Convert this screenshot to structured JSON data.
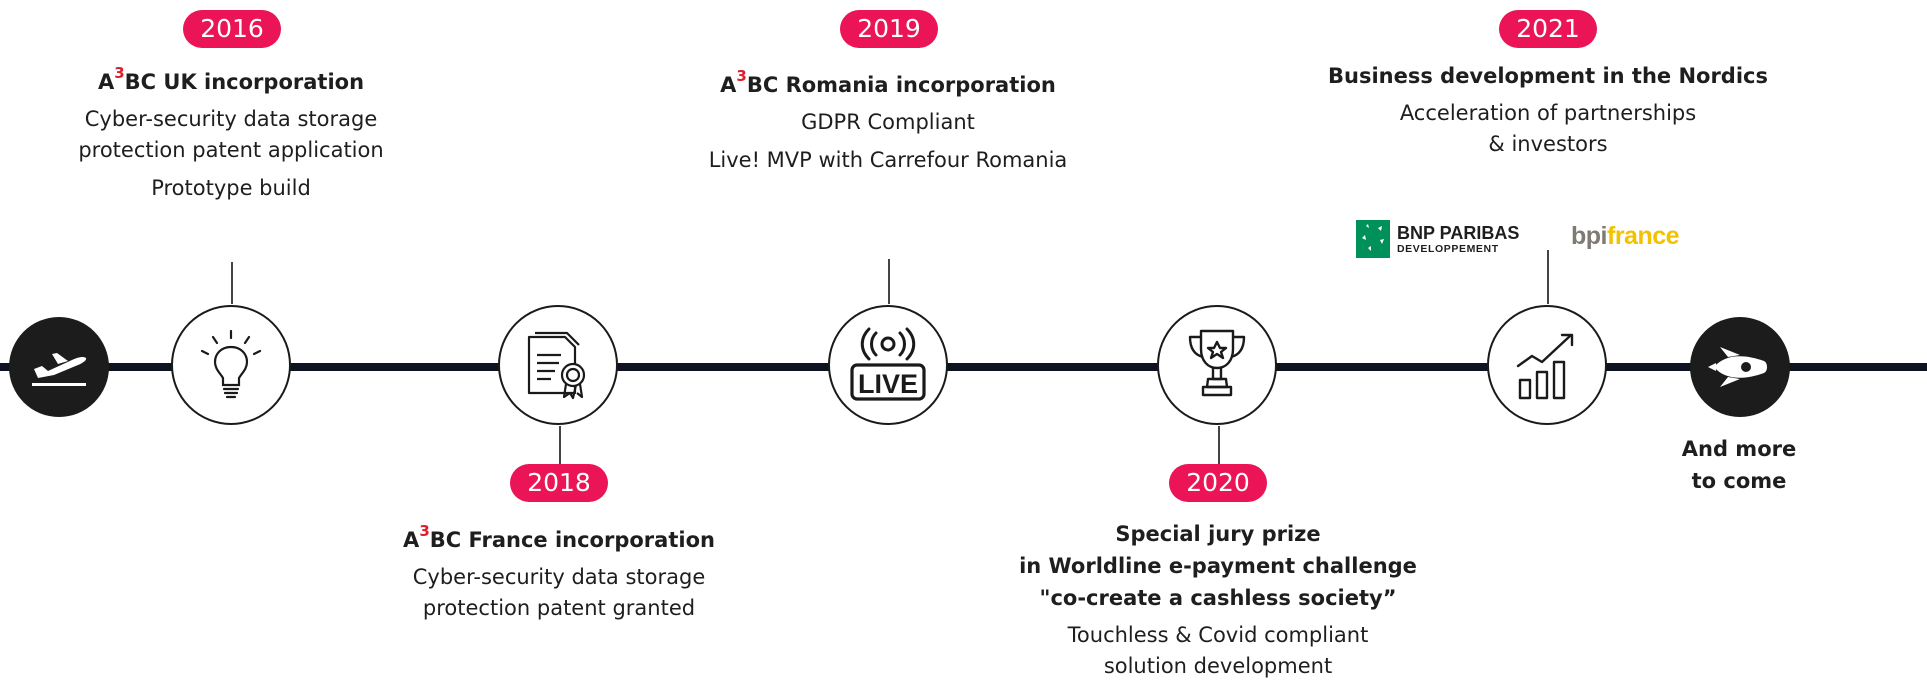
{
  "milestones": [
    {
      "year": "2016",
      "title_prefix": "A",
      "title_sup": "3",
      "title_rest": "BC UK incorporation",
      "lines": [
        "Cyber-security data storage",
        "protection patent application"
      ],
      "extra": "Prototype build",
      "icon": "lightbulb-icon"
    },
    {
      "year": "2018",
      "title_prefix": "A",
      "title_sup": "3",
      "title_rest": "BC France incorporation",
      "lines": [
        "Cyber-security data storage",
        "protection patent granted"
      ],
      "icon": "certificate-icon"
    },
    {
      "year": "2019",
      "title_prefix": "A",
      "title_sup": "3",
      "title_rest": "BC Romania incorporation",
      "line_a": "GDPR Compliant",
      "line_b": "Live! MVP with Carrefour Romania",
      "icon": "live-broadcast-icon",
      "icon_text": "LIVE"
    },
    {
      "year": "2020",
      "title_lines": [
        "Special jury prize",
        "in Worldline e-payment challenge",
        "\"co-create a cashless society”"
      ],
      "lines": [
        "Touchless & Covid compliant",
        "solution development"
      ],
      "icon": "trophy-icon"
    },
    {
      "year": "2021",
      "title": "Business development in the Nordics",
      "lines": [
        "Acceleration of partnerships",
        "& investors"
      ],
      "icon": "growth-chart-icon"
    }
  ],
  "logos": {
    "bnp_line1": "BNP PARIBAS",
    "bnp_line2": "DEVELOPPEMENT",
    "bpi_part1": "bpi",
    "bpi_part2": "france"
  },
  "start_icon": "airplane-takeoff-icon",
  "end_icon": "rocket-icon",
  "end_text": [
    "And more",
    "to come"
  ],
  "colors": {
    "accent": "#ea1457",
    "timeline": "#0e1322",
    "superscript": "#e21c2a"
  }
}
